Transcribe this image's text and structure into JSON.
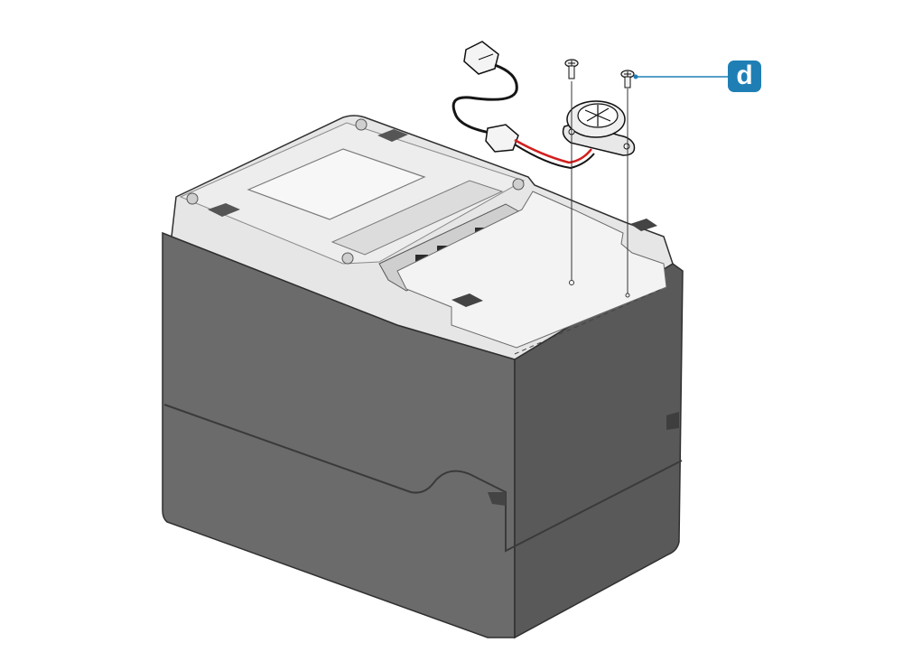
{
  "callout": {
    "label": "d"
  },
  "colors": {
    "badge": "#1f7fb5",
    "leader": "#1f7fb5",
    "body": "#6a6a6a",
    "body_dark": "#4e4e4e",
    "top_panel": "#e8e8e8",
    "cable_red": "#d21e1e",
    "cable_black": "#151515"
  },
  "parts": [
    {
      "name": "printer-body"
    },
    {
      "name": "buzzer-module"
    },
    {
      "name": "mounting-screw",
      "count": 2
    },
    {
      "name": "modular-connector-cable"
    }
  ]
}
